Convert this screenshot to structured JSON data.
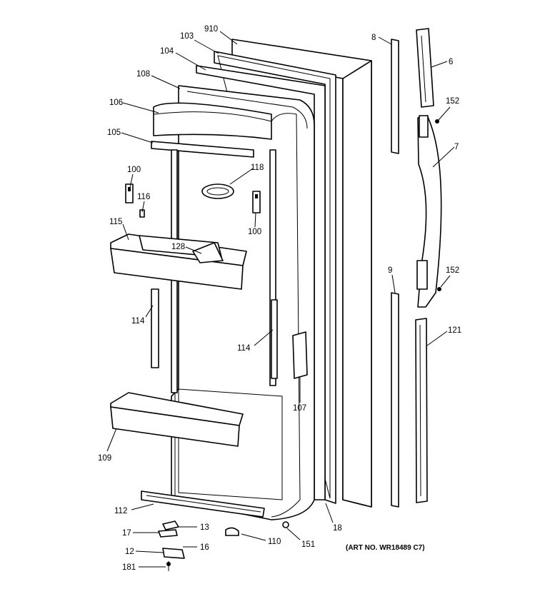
{
  "labels": {
    "l910": "910",
    "l103": "103",
    "l104": "104",
    "l108": "108",
    "l106": "106",
    "l105": "105",
    "l100a": "100",
    "l116": "116",
    "l118": "118",
    "l100b": "100",
    "l115": "115",
    "l128": "128",
    "l114a": "114",
    "l114b": "114",
    "l107": "107",
    "l109": "109",
    "l112": "112",
    "l17": "17",
    "l13": "13",
    "l16": "16",
    "l12": "12",
    "l181": "181",
    "l110": "110",
    "l151": "151",
    "l18": "18",
    "l8": "8",
    "l6": "6",
    "l152a": "152",
    "l7": "7",
    "l9": "9",
    "l152b": "152",
    "l121": "121"
  },
  "art_number": "(ART NO. WR18489 C7)"
}
